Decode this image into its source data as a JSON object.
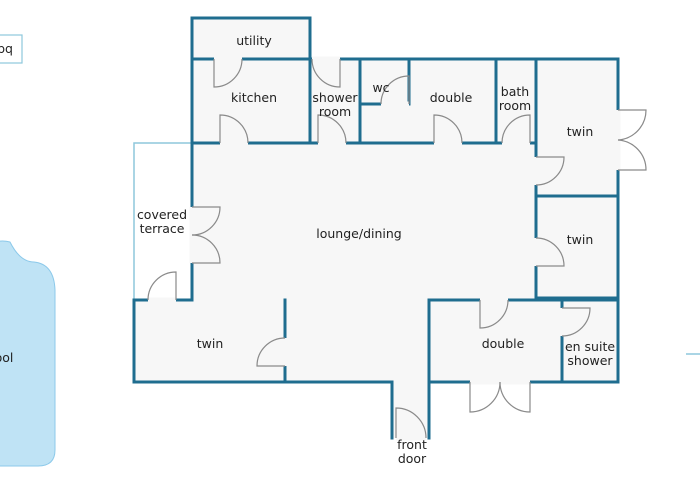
{
  "colors": {
    "wall": "#1f6d8f",
    "floor": "#f7f7f7",
    "door": "#8a8a8a",
    "pool": "#bfe3f5",
    "terrace_outline": "#8ec7dc"
  },
  "labels": {
    "utility": "utility",
    "kitchen": "kitchen",
    "shower_room_1": "shower",
    "shower_room_2": "room",
    "wc": "wc",
    "double_top": "double",
    "bath_room_1": "bath",
    "bath_room_2": "room",
    "twin_top_right": "twin",
    "twin_mid_right": "twin",
    "covered_terrace_1": "covered",
    "covered_terrace_2": "terrace",
    "lounge_dining": "lounge/dining",
    "twin_bottom_left": "twin",
    "double_bottom": "double",
    "en_suite_shower_1": "en suite",
    "en_suite_shower_2": "shower",
    "front_door_1": "front",
    "front_door_2": "door",
    "pool": "ool",
    "bbq": "bq"
  }
}
